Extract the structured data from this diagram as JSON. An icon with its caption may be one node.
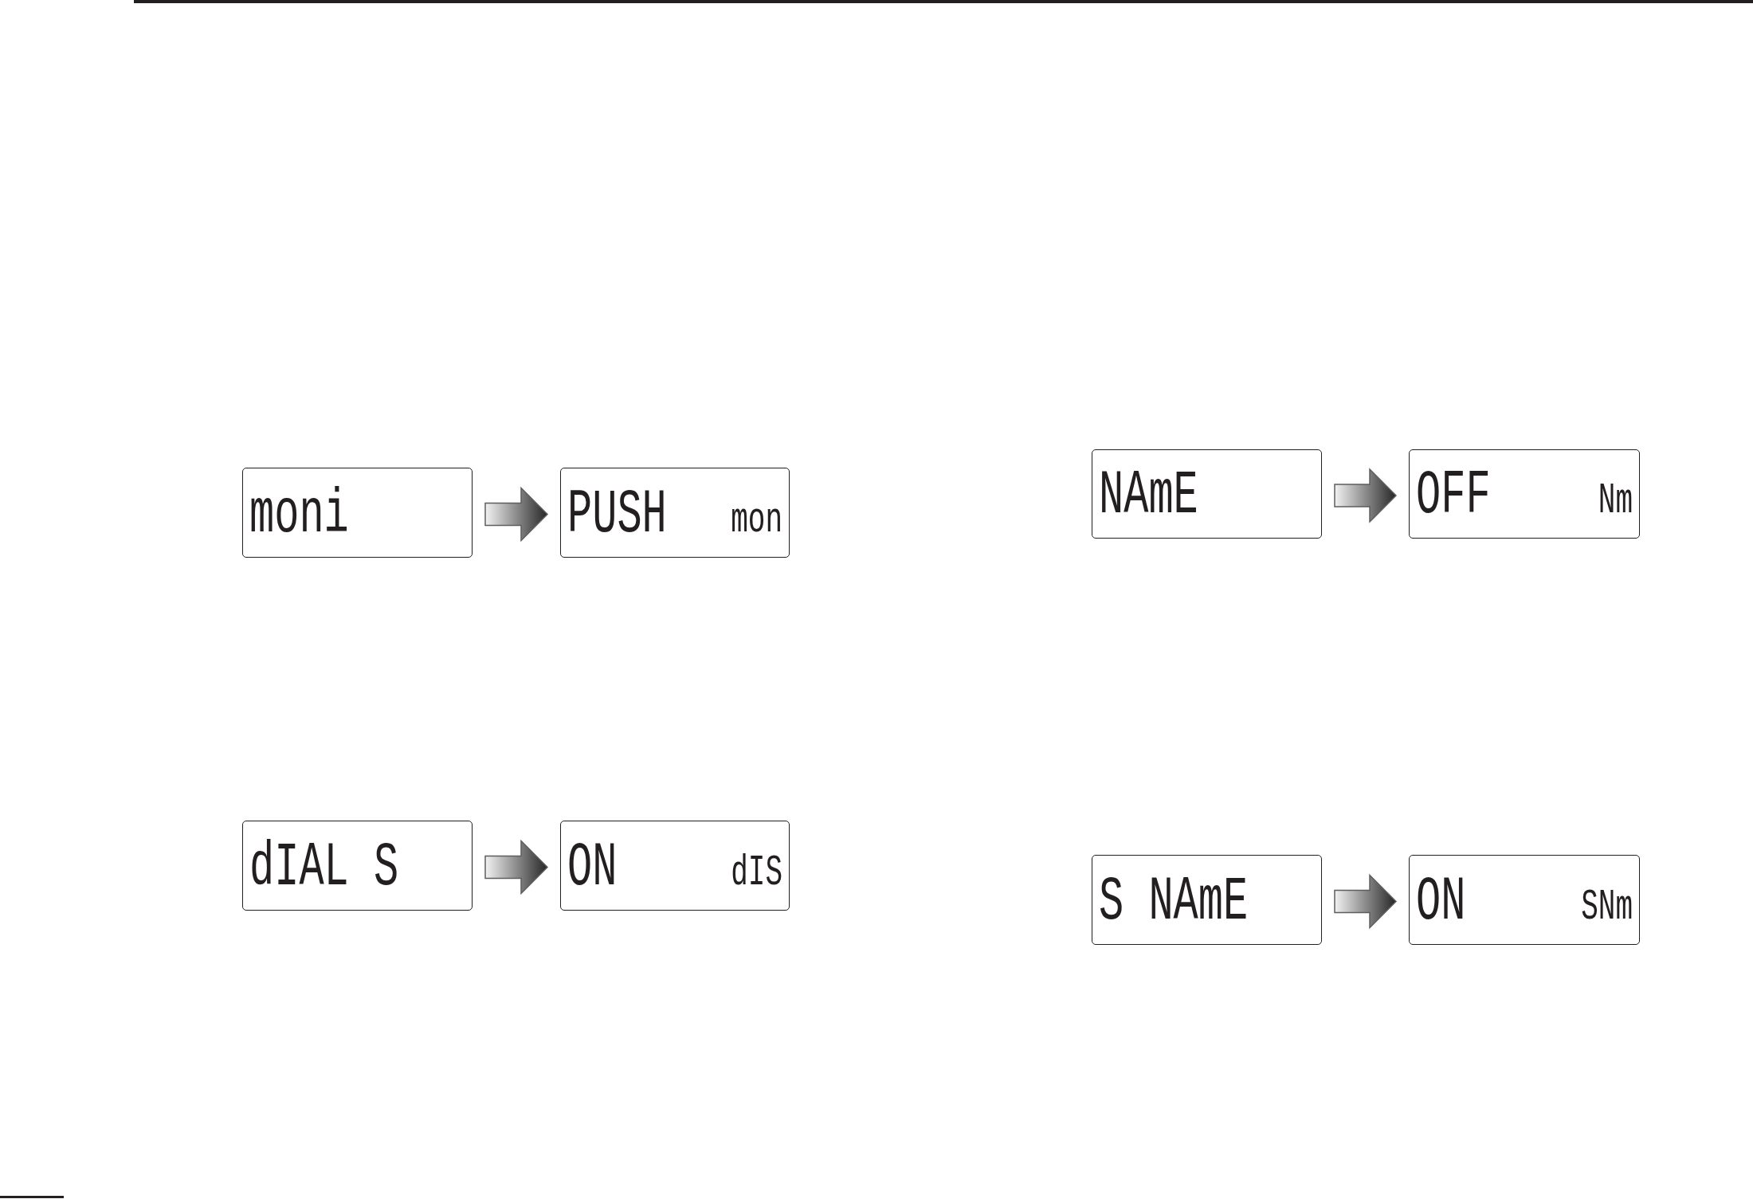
{
  "diagram": {
    "nodes": [
      {
        "text": [
          "moni"
        ]
      },
      {
        "text": [
          "PUSH",
          "mon"
        ]
      },
      {
        "text": [
          "dIAL S"
        ]
      },
      {
        "text": [
          "ON",
          "dIS"
        ]
      },
      {
        "text": [
          "NAmE"
        ]
      },
      {
        "text": [
          "OFF",
          "Nm"
        ]
      },
      {
        "text": [
          "S NAmE"
        ]
      },
      {
        "text": [
          "ON",
          "SNm"
        ]
      }
    ],
    "edges": [
      {
        "from": 0,
        "to": 1,
        "arrow": "to"
      },
      {
        "from": 2,
        "to": 3,
        "arrow": "to"
      },
      {
        "from": 4,
        "to": 5,
        "arrow": "to"
      },
      {
        "from": 6,
        "to": 7,
        "arrow": "to"
      }
    ]
  }
}
